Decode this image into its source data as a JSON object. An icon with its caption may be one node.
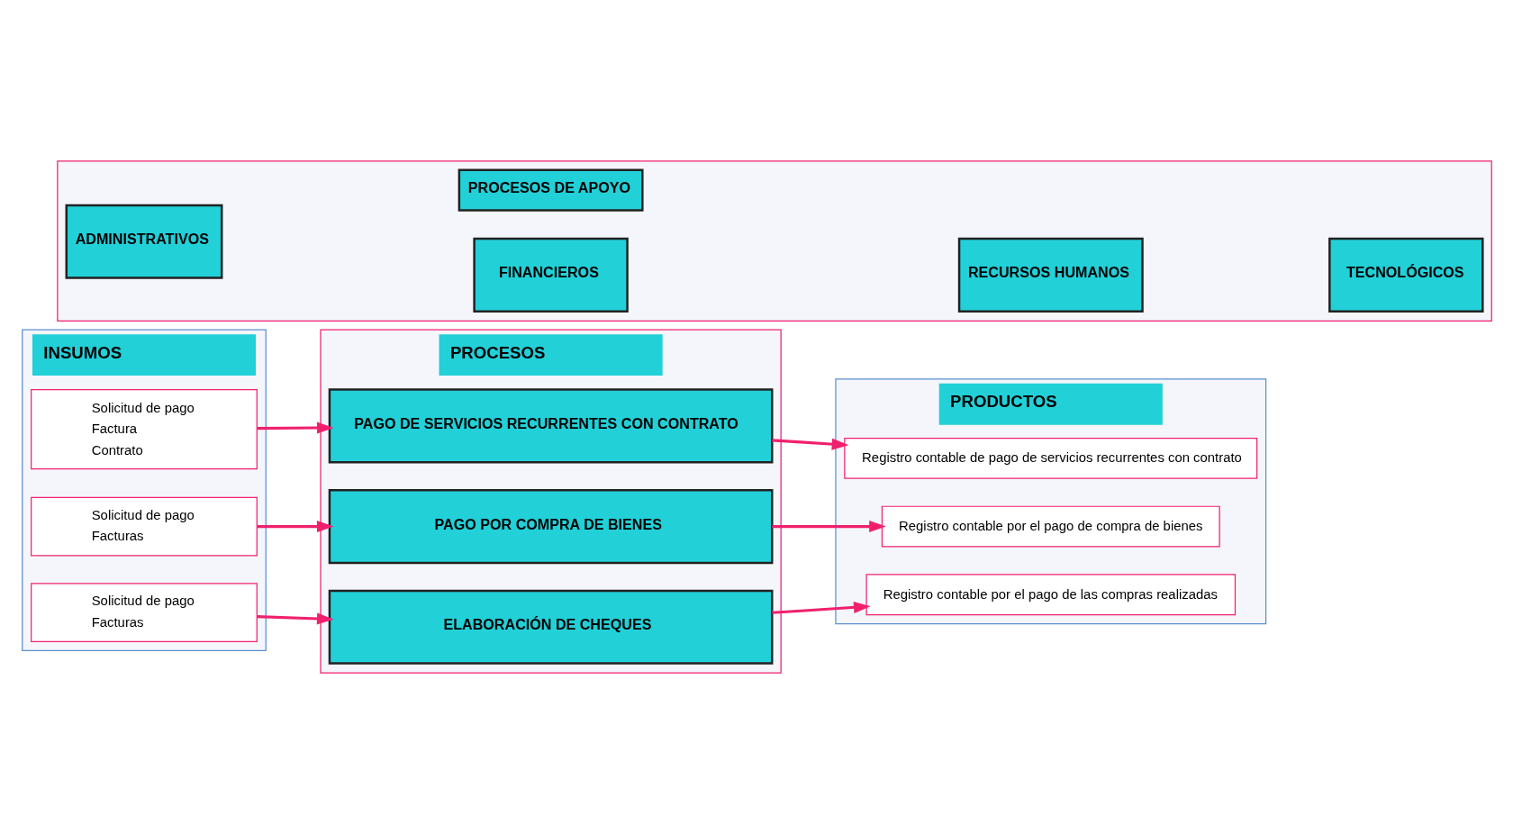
{
  "diagram": {
    "nodes": [
      {
        "text": [
          "INSUMOS"
        ]
      },
      {
        "text": [
          "Solicitud de pago",
          "Factura",
          "Contrato"
        ],
        "in": 0
      },
      {
        "text": [
          "Solicitud de pago",
          "Facturas"
        ],
        "in": 0
      },
      {
        "text": [
          "Solicitud de pago",
          "Facturas"
        ],
        "in": 0
      },
      {
        "text": [
          "PROCESOS"
        ]
      },
      {
        "text": [
          "PAGO DE SERVICIOS RECURRENTES CON CONTRATO"
        ],
        "in": 4
      },
      {
        "text": [
          "PAGO POR COMPRA DE BIENES"
        ],
        "in": 4
      },
      {
        "text": [
          "ELABORACIÓN DE CHEQUES"
        ],
        "in": 4
      },
      {
        "text": [
          "PRODUCTOS"
        ]
      },
      {
        "text": [
          "Registro contable de pago de servicios recurrentes con contrato"
        ],
        "in": 8
      },
      {
        "text": [
          "Registro contable por el pago de compra de bienes"
        ],
        "in": 8
      },
      {
        "text": [
          "Registro contable por el pago de las compras realizadas"
        ],
        "in": 8
      },
      {
        "text": [],
        "shape": "box"
      },
      {
        "text": [
          "ADMINISTRATIVOS"
        ],
        "in": 12
      },
      {
        "text": [
          "FINANCIEROS"
        ],
        "in": 12
      },
      {
        "text": [
          "RECURSOS HUMANOS"
        ],
        "in": 12
      },
      {
        "text": [
          "TECNOLÓGICOS"
        ],
        "in": 12
      },
      {
        "text": [
          "PROCESOS DE APOYO"
        ],
        "in": 12
      }
    ],
    "edges": [
      {
        "from": 1,
        "to": 5,
        "arrow": "to"
      },
      {
        "from": 2,
        "to": 6,
        "arrow": "to"
      },
      {
        "from": 3,
        "to": 7,
        "arrow": "to"
      },
      {
        "from": 5,
        "to": 9,
        "arrow": "to"
      },
      {
        "from": 6,
        "to": 10,
        "arrow": "to"
      },
      {
        "from": 7,
        "to": 11,
        "arrow": "to"
      }
    ]
  }
}
